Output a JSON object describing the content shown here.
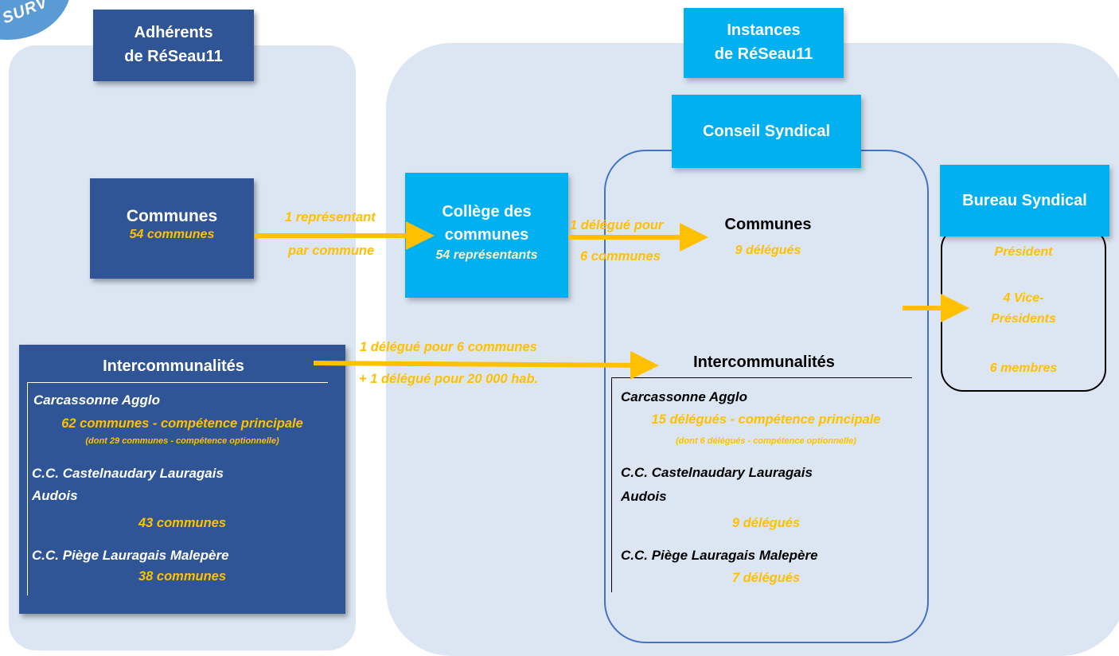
{
  "badge": {
    "text": "SURV"
  },
  "adherents": {
    "header": [
      "Adhérents",
      "de RéSeau11"
    ],
    "communes": {
      "title": "Communes",
      "count": "54 communes"
    },
    "intercos": {
      "title": "Intercommunalités",
      "items": [
        {
          "name": "Carcassonne Agglo",
          "detail": "62 communes - compétence principale",
          "sub": "(dont 29 communes - compétence optionnelle)"
        },
        {
          "name_lines": [
            "C.C. Castelnaudary Lauragais",
            "Audois"
          ],
          "detail": "43 communes"
        },
        {
          "name": "C.C. Piège Lauragais Malepère",
          "detail": "38 communes"
        }
      ]
    }
  },
  "arrows": {
    "rep": [
      "1 représentant",
      "par commune"
    ],
    "delegue_communes": [
      "1 délégué pour",
      "6 communes"
    ],
    "delegue_intercos": [
      "1 délégué pour 6 communes",
      "+ 1 délégué pour 20 000 hab."
    ]
  },
  "instances": {
    "header": [
      "Instances",
      "de RéSeau11"
    ],
    "college": {
      "title_lines": [
        "Collège des",
        "communes"
      ],
      "count": "54 représentants"
    },
    "conseil": {
      "title": "Conseil Syndical",
      "communes": {
        "title": "Communes",
        "count": "9 délégués"
      },
      "intercos": {
        "title": "Intercommunalités",
        "items": [
          {
            "name": "Carcassonne Agglo",
            "detail": "15 délégués - compétence principale",
            "sub": "(dont 6 délégués - compétence optionnelle)"
          },
          {
            "name_lines": [
              "C.C. Castelnaudary Lauragais",
              "Audois"
            ],
            "detail": "9 délégués"
          },
          {
            "name": "C.C. Piège Lauragais Malepère",
            "detail": "7 délégués"
          }
        ]
      }
    },
    "bureau": {
      "title": "Bureau Syndical",
      "members": {
        "president": "Président",
        "vice": [
          "4 Vice-",
          "Présidents"
        ],
        "membres": "6 membres"
      }
    }
  },
  "colors": {
    "dark_blue": "#2f5597",
    "cyan": "#00b0f0",
    "panel": "#dce6f2",
    "accent": "#ffc000",
    "outline": "#4472c4"
  }
}
